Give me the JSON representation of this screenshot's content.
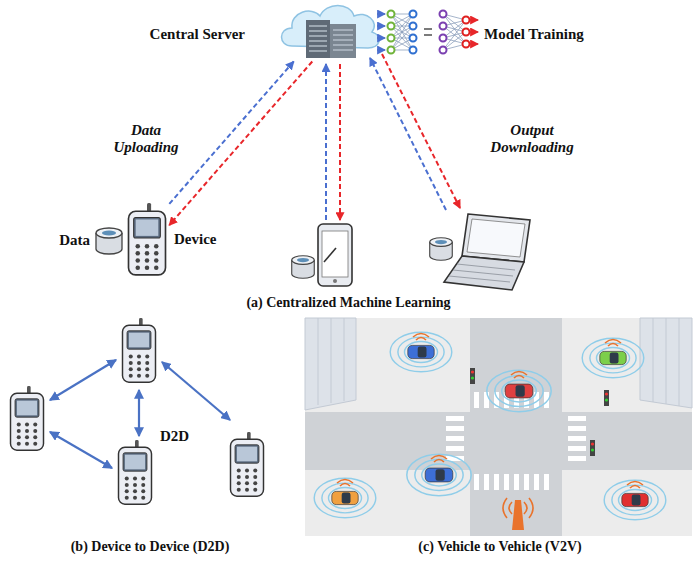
{
  "diagram": {
    "nodes": [
      {
        "text": [
          "Central Server"
        ]
      },
      {
        "text": [
          "Device"
        ]
      }
    ],
    "edges": [
      {
        "from": 1,
        "to": 0,
        "arrow": "to"
      },
      {
        "from": 0,
        "to": 1,
        "arrow": "to"
      }
    ],
    "labels": [
      "Model Training",
      "Data Uploading",
      "Output Downloading",
      "Data",
      "(a) Centralized Machine Learning",
      "D2D",
      "(b) Device to Device (D2D)",
      "(c) Vehicle to Vehicle (V2V)"
    ]
  }
}
